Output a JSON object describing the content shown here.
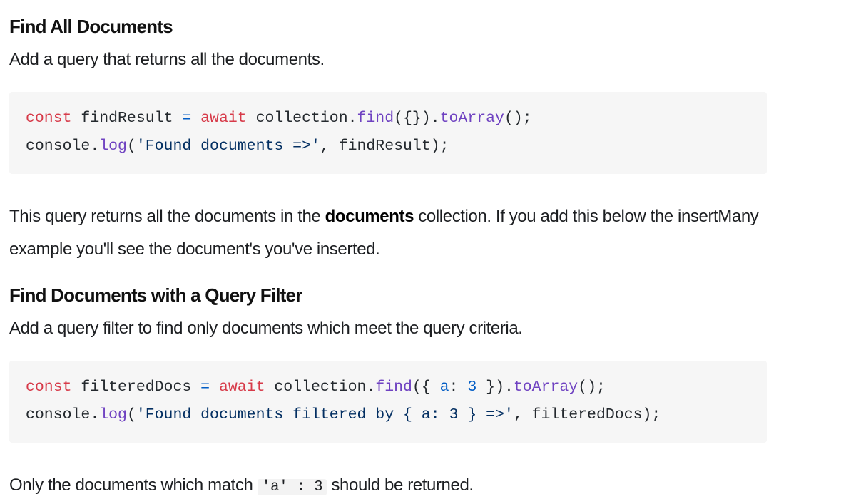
{
  "sections": [
    {
      "heading": "Find All Documents",
      "intro": "Add a query that returns all the documents.",
      "code": {
        "line1": {
          "kw1": "const",
          "var": " findResult ",
          "op": "=",
          "sp": " ",
          "kw2": "await",
          "obj": " collection.",
          "fn1": "find",
          "args": "({}).",
          "fn2": "toArray",
          "end": "();"
        },
        "line2": {
          "obj": "console.",
          "fn": "log",
          "open": "(",
          "str": "'Found documents =>'",
          "rest": ", findResult);"
        }
      },
      "after_text": {
        "part1": "This query returns all the documents in the ",
        "bold": "documents",
        "part2": " collection. If you add this below the insertMany example you'll see the document's you've inserted."
      }
    },
    {
      "heading": "Find Documents with a Query Filter",
      "intro": "Add a query filter to find only documents which meet the query criteria.",
      "code": {
        "line1": {
          "kw1": "const",
          "var": " filteredDocs ",
          "op": "=",
          "sp": " ",
          "kw2": "await",
          "obj": " collection.",
          "fn1": "find",
          "open": "({ ",
          "prop": "a",
          "colon": ": ",
          "num": "3",
          "close": " }).",
          "fn2": "toArray",
          "end": "();"
        },
        "line2": {
          "obj": "console.",
          "fn": "log",
          "open": "(",
          "str": "'Found documents filtered by { a: 3 } =>'",
          "rest": ", filteredDocs);"
        }
      },
      "after_text": {
        "part1": "Only the documents which match ",
        "inline_code": "'a' : 3",
        "part2": " should be returned."
      }
    }
  ]
}
